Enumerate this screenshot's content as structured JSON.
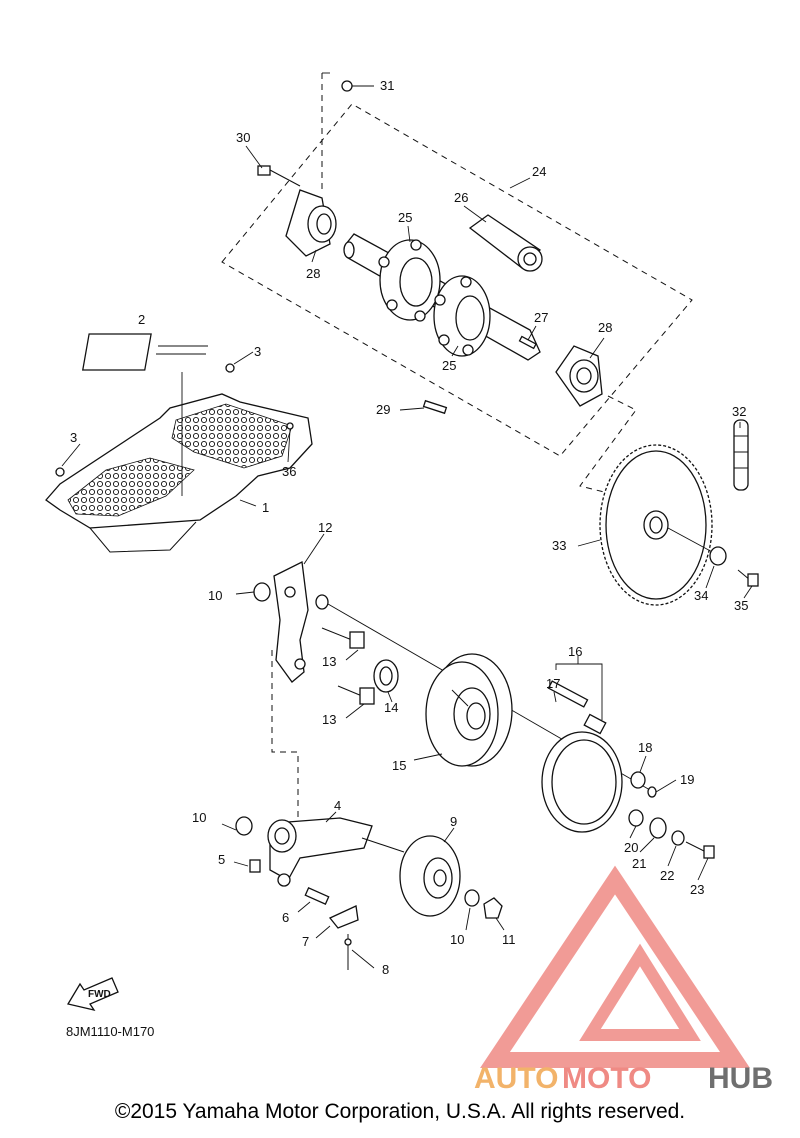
{
  "diagram": {
    "code": "8JM1110-M170",
    "fwd_label": "FWD",
    "copyright": "©2015 Yamaha Motor Corporation, U.S.A. All rights reserved.",
    "watermark": {
      "auto": "AUTO",
      "moto": "MOTO",
      "hub": "HUB",
      "colors": {
        "orange": "#f2b36a",
        "red": "#ef8a84",
        "gray": "#6f6f6f"
      }
    },
    "callouts": [
      {
        "id": "c1",
        "num": "1"
      },
      {
        "id": "c2",
        "num": "2"
      },
      {
        "id": "c3a",
        "num": "3"
      },
      {
        "id": "c3b",
        "num": "3"
      },
      {
        "id": "c4",
        "num": "4"
      },
      {
        "id": "c5",
        "num": "5"
      },
      {
        "id": "c6",
        "num": "6"
      },
      {
        "id": "c7",
        "num": "7"
      },
      {
        "id": "c8",
        "num": "8"
      },
      {
        "id": "c9",
        "num": "9"
      },
      {
        "id": "c10a",
        "num": "10"
      },
      {
        "id": "c10b",
        "num": "10"
      },
      {
        "id": "c10c",
        "num": "10"
      },
      {
        "id": "c11",
        "num": "11"
      },
      {
        "id": "c12",
        "num": "12"
      },
      {
        "id": "c13a",
        "num": "13"
      },
      {
        "id": "c13b",
        "num": "13"
      },
      {
        "id": "c14",
        "num": "14"
      },
      {
        "id": "c15",
        "num": "15"
      },
      {
        "id": "c16",
        "num": "16"
      },
      {
        "id": "c17",
        "num": "17"
      },
      {
        "id": "c18",
        "num": "18"
      },
      {
        "id": "c19",
        "num": "19"
      },
      {
        "id": "c20",
        "num": "20"
      },
      {
        "id": "c21",
        "num": "21"
      },
      {
        "id": "c22",
        "num": "22"
      },
      {
        "id": "c23",
        "num": "23"
      },
      {
        "id": "c24",
        "num": "24"
      },
      {
        "id": "c25a",
        "num": "25"
      },
      {
        "id": "c25b",
        "num": "25"
      },
      {
        "id": "c26",
        "num": "26"
      },
      {
        "id": "c27",
        "num": "27"
      },
      {
        "id": "c28a",
        "num": "28"
      },
      {
        "id": "c28b",
        "num": "28"
      },
      {
        "id": "c29",
        "num": "29"
      },
      {
        "id": "c30",
        "num": "30"
      },
      {
        "id": "c31",
        "num": "31"
      },
      {
        "id": "c32",
        "num": "32"
      },
      {
        "id": "c33",
        "num": "33"
      },
      {
        "id": "c34",
        "num": "34"
      },
      {
        "id": "c35",
        "num": "35"
      },
      {
        "id": "c36",
        "num": "36"
      }
    ]
  }
}
